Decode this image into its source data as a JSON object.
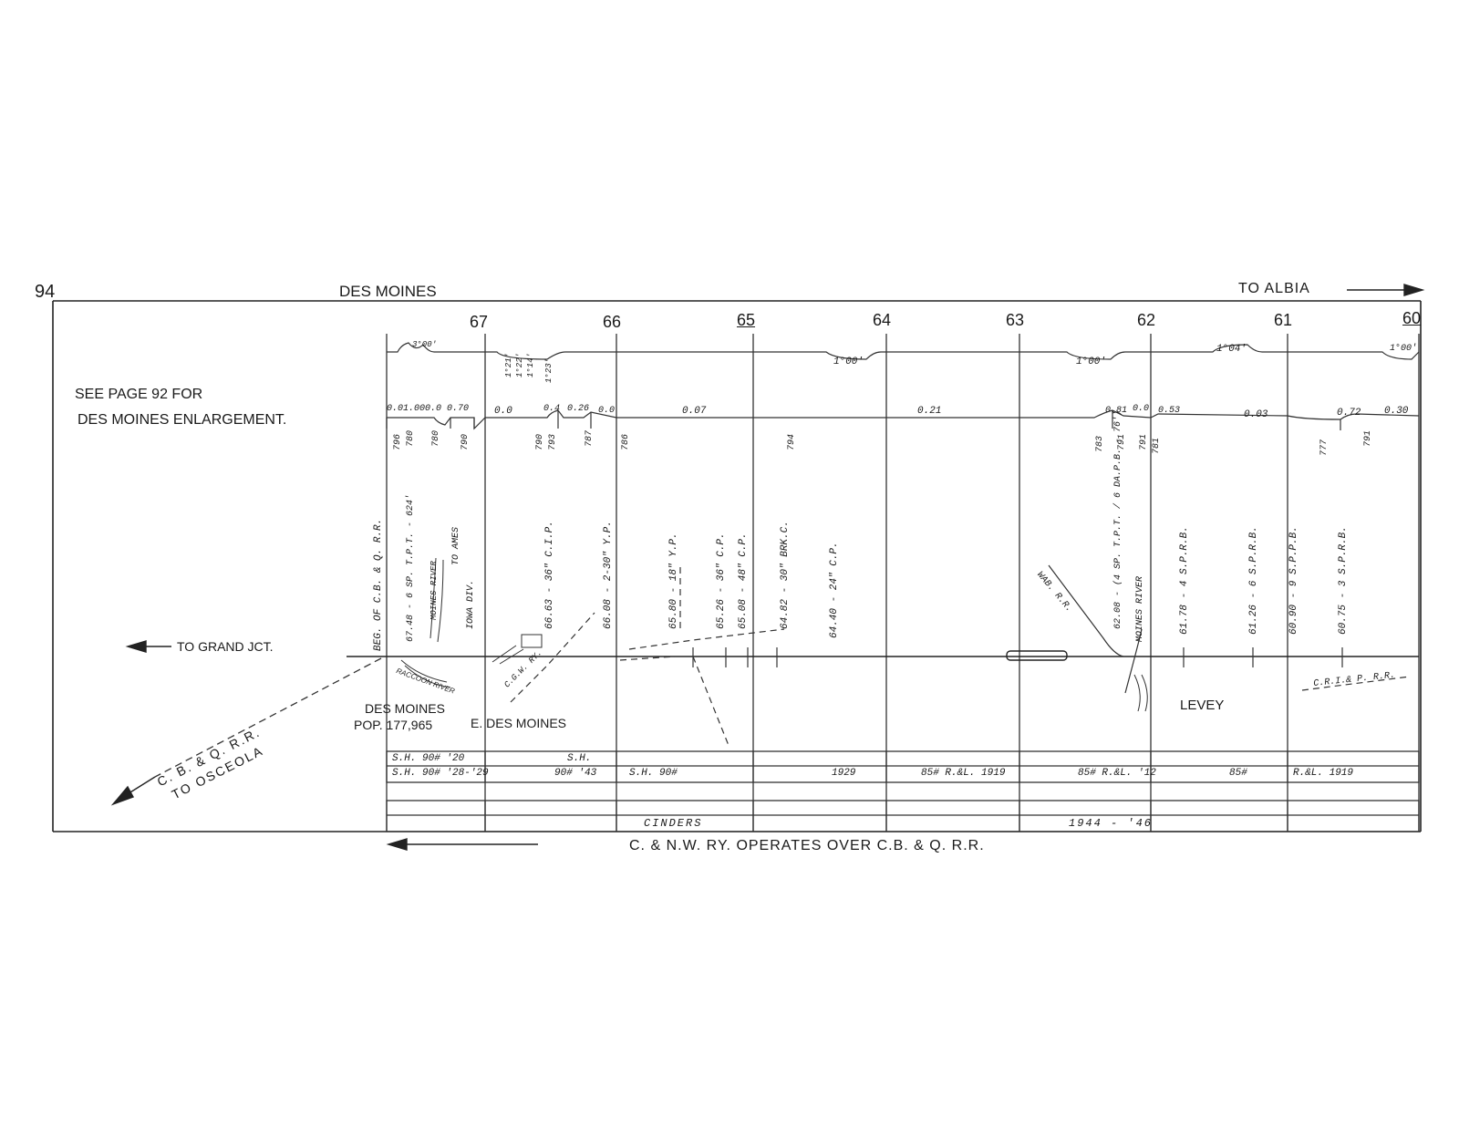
{
  "page_number": "94",
  "header": {
    "city": "DES MOINES",
    "direction": "TO ALBIA"
  },
  "note": {
    "line1": "SEE PAGE 92 FOR",
    "line2": "DES MOINES ENLARGEMENT."
  },
  "mileposts": [
    "67",
    "66",
    "65",
    "64",
    "63",
    "62",
    "61",
    "60"
  ],
  "curves": [
    "3°00'",
    "1°21'",
    "1°22'",
    "1°14'",
    "1°23'",
    "1°00'",
    "1°00'",
    "1°04'",
    "1°00'"
  ],
  "grades": [
    "0.0",
    "1.00",
    "0.0",
    "0.70",
    "0.0",
    "0.4",
    "0.26",
    "0.0",
    "0.07",
    "0.21",
    "0.81",
    "0.0",
    "0.53",
    "0.03",
    "0.72",
    "0.30"
  ],
  "elevations": [
    "796",
    "780",
    "780",
    "790",
    "790",
    "793",
    "787",
    "786",
    "794",
    "783",
    "791",
    "791",
    "781",
    "777",
    "791"
  ],
  "structures": [
    "BEG. OF C.B. & Q. R.R.",
    "67.48 - 6 SP. T.P.T. - 624'",
    "MOINES RIVER",
    "TO AMES",
    "IOWA DIV.",
    "66.63 - 36\" C.I.P.",
    "66.08 - 2-30\" Y.P.",
    "C.G.W. RY.",
    "65.80 - 18\" Y.P.",
    "65.26 - 36\" C.P.",
    "65.08 - 48\" C.P.",
    "64.82 - 30\" BRK.C.",
    "64.40 - 24\" C.P.",
    "WAB. R.R.",
    "62.08 - (4 SP. T.P.T. / 6 DA.P.B. - 76')",
    "MOINES RIVER",
    "61.78 - 4 S.P.R.B.",
    "61.26 - 6 S.P.R.B.",
    "60.90 - 9 S.P.P.B.",
    "60.75 - 3 S.P.R.B.",
    "C.R.I.& P. R.R."
  ],
  "places": {
    "grand_jct": "TO GRAND JCT.",
    "des_moines": "DES MOINES",
    "population": "POP. 177,965",
    "east_des_moines": "E. DES MOINES",
    "levey": "LEVEY",
    "cbq": "C. B. & Q. R.R.",
    "osceola": "TO OSCEOLA",
    "raccoon": "RACCOON RIVER"
  },
  "bands": {
    "row1": [
      "S.H. 90# '20",
      "S.H."
    ],
    "row2": [
      "S.H. 90# '28-'29",
      "90# '43",
      "S.H. 90#",
      "1929",
      "85# R.&L. 1919",
      "85# R.&L. '12",
      "85#",
      "R.&L. 1919"
    ],
    "row3": [
      "CINDERS",
      "1944 - '46"
    ]
  },
  "footer": "C. & N.W. RY. OPERATES OVER C.B. & Q. R.R."
}
